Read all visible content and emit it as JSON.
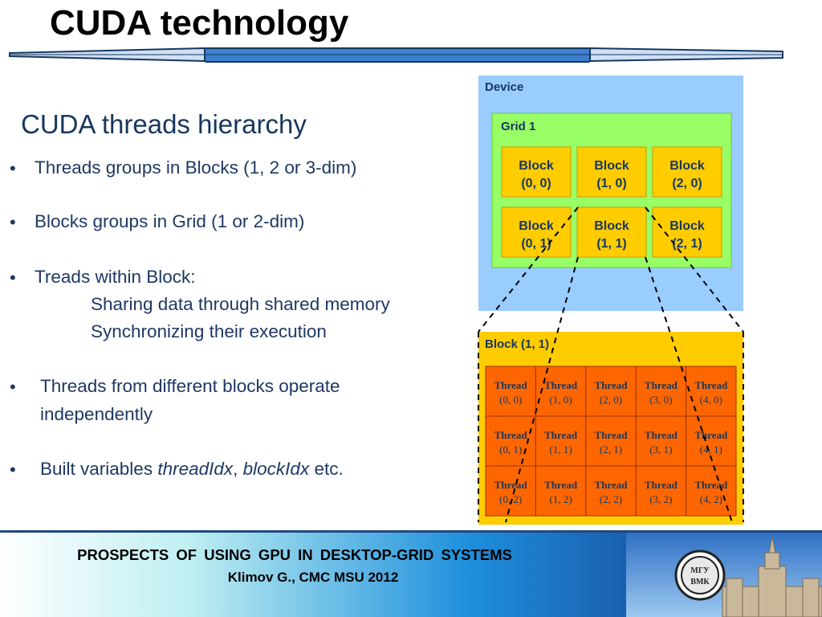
{
  "header": {
    "title": "CUDA technology"
  },
  "content": {
    "subtitle": "CUDA threads hierarchy",
    "bullets": [
      "Threads groups in Blocks (1, 2 or 3-dim)",
      "Blocks groups in Grid (1 or 2-dim)",
      "Treads within Block:",
      "Threads from different blocks operate",
      "Built variables "
    ],
    "sub_items": [
      "Sharing data through shared memory",
      "Synchronizing their execution"
    ],
    "bullet4_cont": "independently",
    "bullet5": {
      "var1": "threadIdx",
      "sep": ", ",
      "var2": "blockIdx",
      "suffix": " etc."
    }
  },
  "diagram": {
    "device_label": "Device",
    "grid_label": "Grid 1",
    "blocks": [
      {
        "l1": "Block",
        "l2": "(0, 0)"
      },
      {
        "l1": "Block",
        "l2": "(1, 0)"
      },
      {
        "l1": "Block",
        "l2": "(2, 0)"
      },
      {
        "l1": "Block",
        "l2": "(0, 1)"
      },
      {
        "l1": "Block",
        "l2": "(1, 1)"
      },
      {
        "l1": "Block",
        "l2": "(2, 1)"
      }
    ],
    "block_detail_label": "Block (1, 1)",
    "threads": [
      [
        "(0, 0)",
        "(1, 0)",
        "(2, 0)",
        "(3, 0)",
        "(4, 0)"
      ],
      [
        "(0, 1)",
        "(1, 1)",
        "(2, 1)",
        "(3, 1)",
        "(4, 1)"
      ],
      [
        "(0, 2)",
        "(1, 2)",
        "(2, 2)",
        "(3, 2)",
        "(4, 2)"
      ]
    ],
    "thread_word": "Thread",
    "colors": {
      "device": "#99ccff",
      "grid": "#99ff66",
      "block": "#ffcc00",
      "block_detail": "#ffcc00",
      "thread": "#ff6600"
    }
  },
  "footer": {
    "line1": "PROSPECTS  OF  USING  GPU  IN  DESKTOP-GRID  SYSTEMS",
    "line2": "Klimov G., CMC MSU 2012",
    "logo_text_top": "МГУ",
    "logo_text_bottom": "ВМК"
  }
}
